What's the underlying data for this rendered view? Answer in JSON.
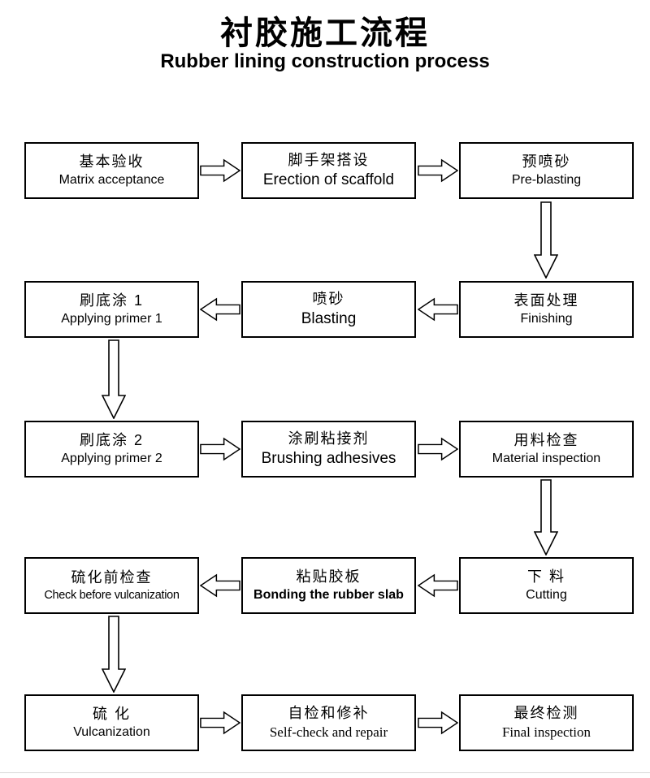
{
  "header": {
    "title_zh": "衬胶施工流程",
    "title_en": "Rubber lining construction process"
  },
  "boxes": [
    {
      "zh": "基本验收",
      "en": "Matrix acceptance"
    },
    {
      "zh": "脚手架搭设",
      "en": "Erection of scaffold"
    },
    {
      "zh": "预喷砂",
      "en": "Pre-blasting"
    },
    {
      "zh": "刷底涂 1",
      "en": "Applying primer 1"
    },
    {
      "zh": "喷砂",
      "en": "Blasting"
    },
    {
      "zh": "表面处理",
      "en": "Finishing"
    },
    {
      "zh": "刷底涂 2",
      "en": "Applying primer 2"
    },
    {
      "zh": "涂刷粘接剂",
      "en": "Brushing adhesives"
    },
    {
      "zh": "用料检查",
      "en": "Material inspection"
    },
    {
      "zh": "硫化前检查",
      "en": "Check before vulcanization"
    },
    {
      "zh": "粘贴胶板",
      "en": "Bonding the rubber slab"
    },
    {
      "zh": "下 料",
      "en": "Cutting"
    },
    {
      "zh": "硫 化",
      "en": "Vulcanization"
    },
    {
      "zh": "自检和修补",
      "en": "Self-check and repair"
    },
    {
      "zh": "最终检测",
      "en": "Final inspection"
    }
  ],
  "colors": {
    "box_border": "#000000",
    "background": "#ffffff",
    "text": "#000000"
  }
}
